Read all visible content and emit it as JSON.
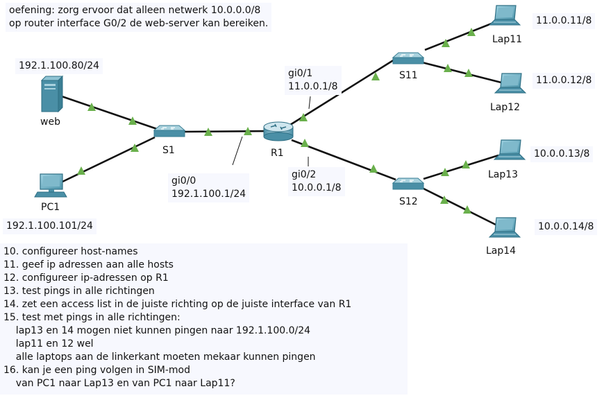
{
  "header_note": "oefening: zorg ervoor dat alleen netwerk 10.0.0.0/8\nop router interface G0/2 de web-server kan bereiken.",
  "nodes": {
    "web": "web",
    "pc1": "PC1",
    "s1": "S1",
    "r1": "R1",
    "s11": "S11",
    "s12": "S12",
    "lap11": "Lap11",
    "lap12": "Lap12",
    "lap13": "Lap13",
    "lap14": "Lap14"
  },
  "addresses": {
    "web": "192.1.100.80/24",
    "pc1": "192.1.100.101/24",
    "lap11": "11.0.0.11/8",
    "lap12": "11.0.0.12/8",
    "lap13": "10.0.0.13/8",
    "lap14": "10.0.0.14/8"
  },
  "interfaces": {
    "gi0_0": "gi0/0\n192.1.100.1/24",
    "gi0_1": "gi0/1\n11.0.0.1/8",
    "gi0_2": "gi0/2\n10.0.0.1/8"
  },
  "tasks": "10. configureer host-names\n11. geef ip adressen aan alle hosts\n12. configureer ip-adressen op R1\n13. test pings in alle richtingen\n14. zet een access list in de juiste richting op de juiste interface van R1\n15. test met pings in alle richtingen:\n    lap13 en 14 mogen niet kunnen pingen naar 192.1.100.0/24\n    lap11 en 12 wel\n    alle laptops aan de linkerkant moeten mekaar kunnen pingen\n16. kan je een ping volgen in SIM-mod\n    van PC1 naar Lap13 en van PC1 naar Lap11?",
  "colors": {
    "link": "#111111",
    "link_up_triangle": "#6ab04c",
    "device": "#4a8fa6",
    "note_bg": "#f7f8fe"
  },
  "icons": [
    "server-icon",
    "pc-icon",
    "switch-icon",
    "router-icon",
    "laptop-icon"
  ]
}
